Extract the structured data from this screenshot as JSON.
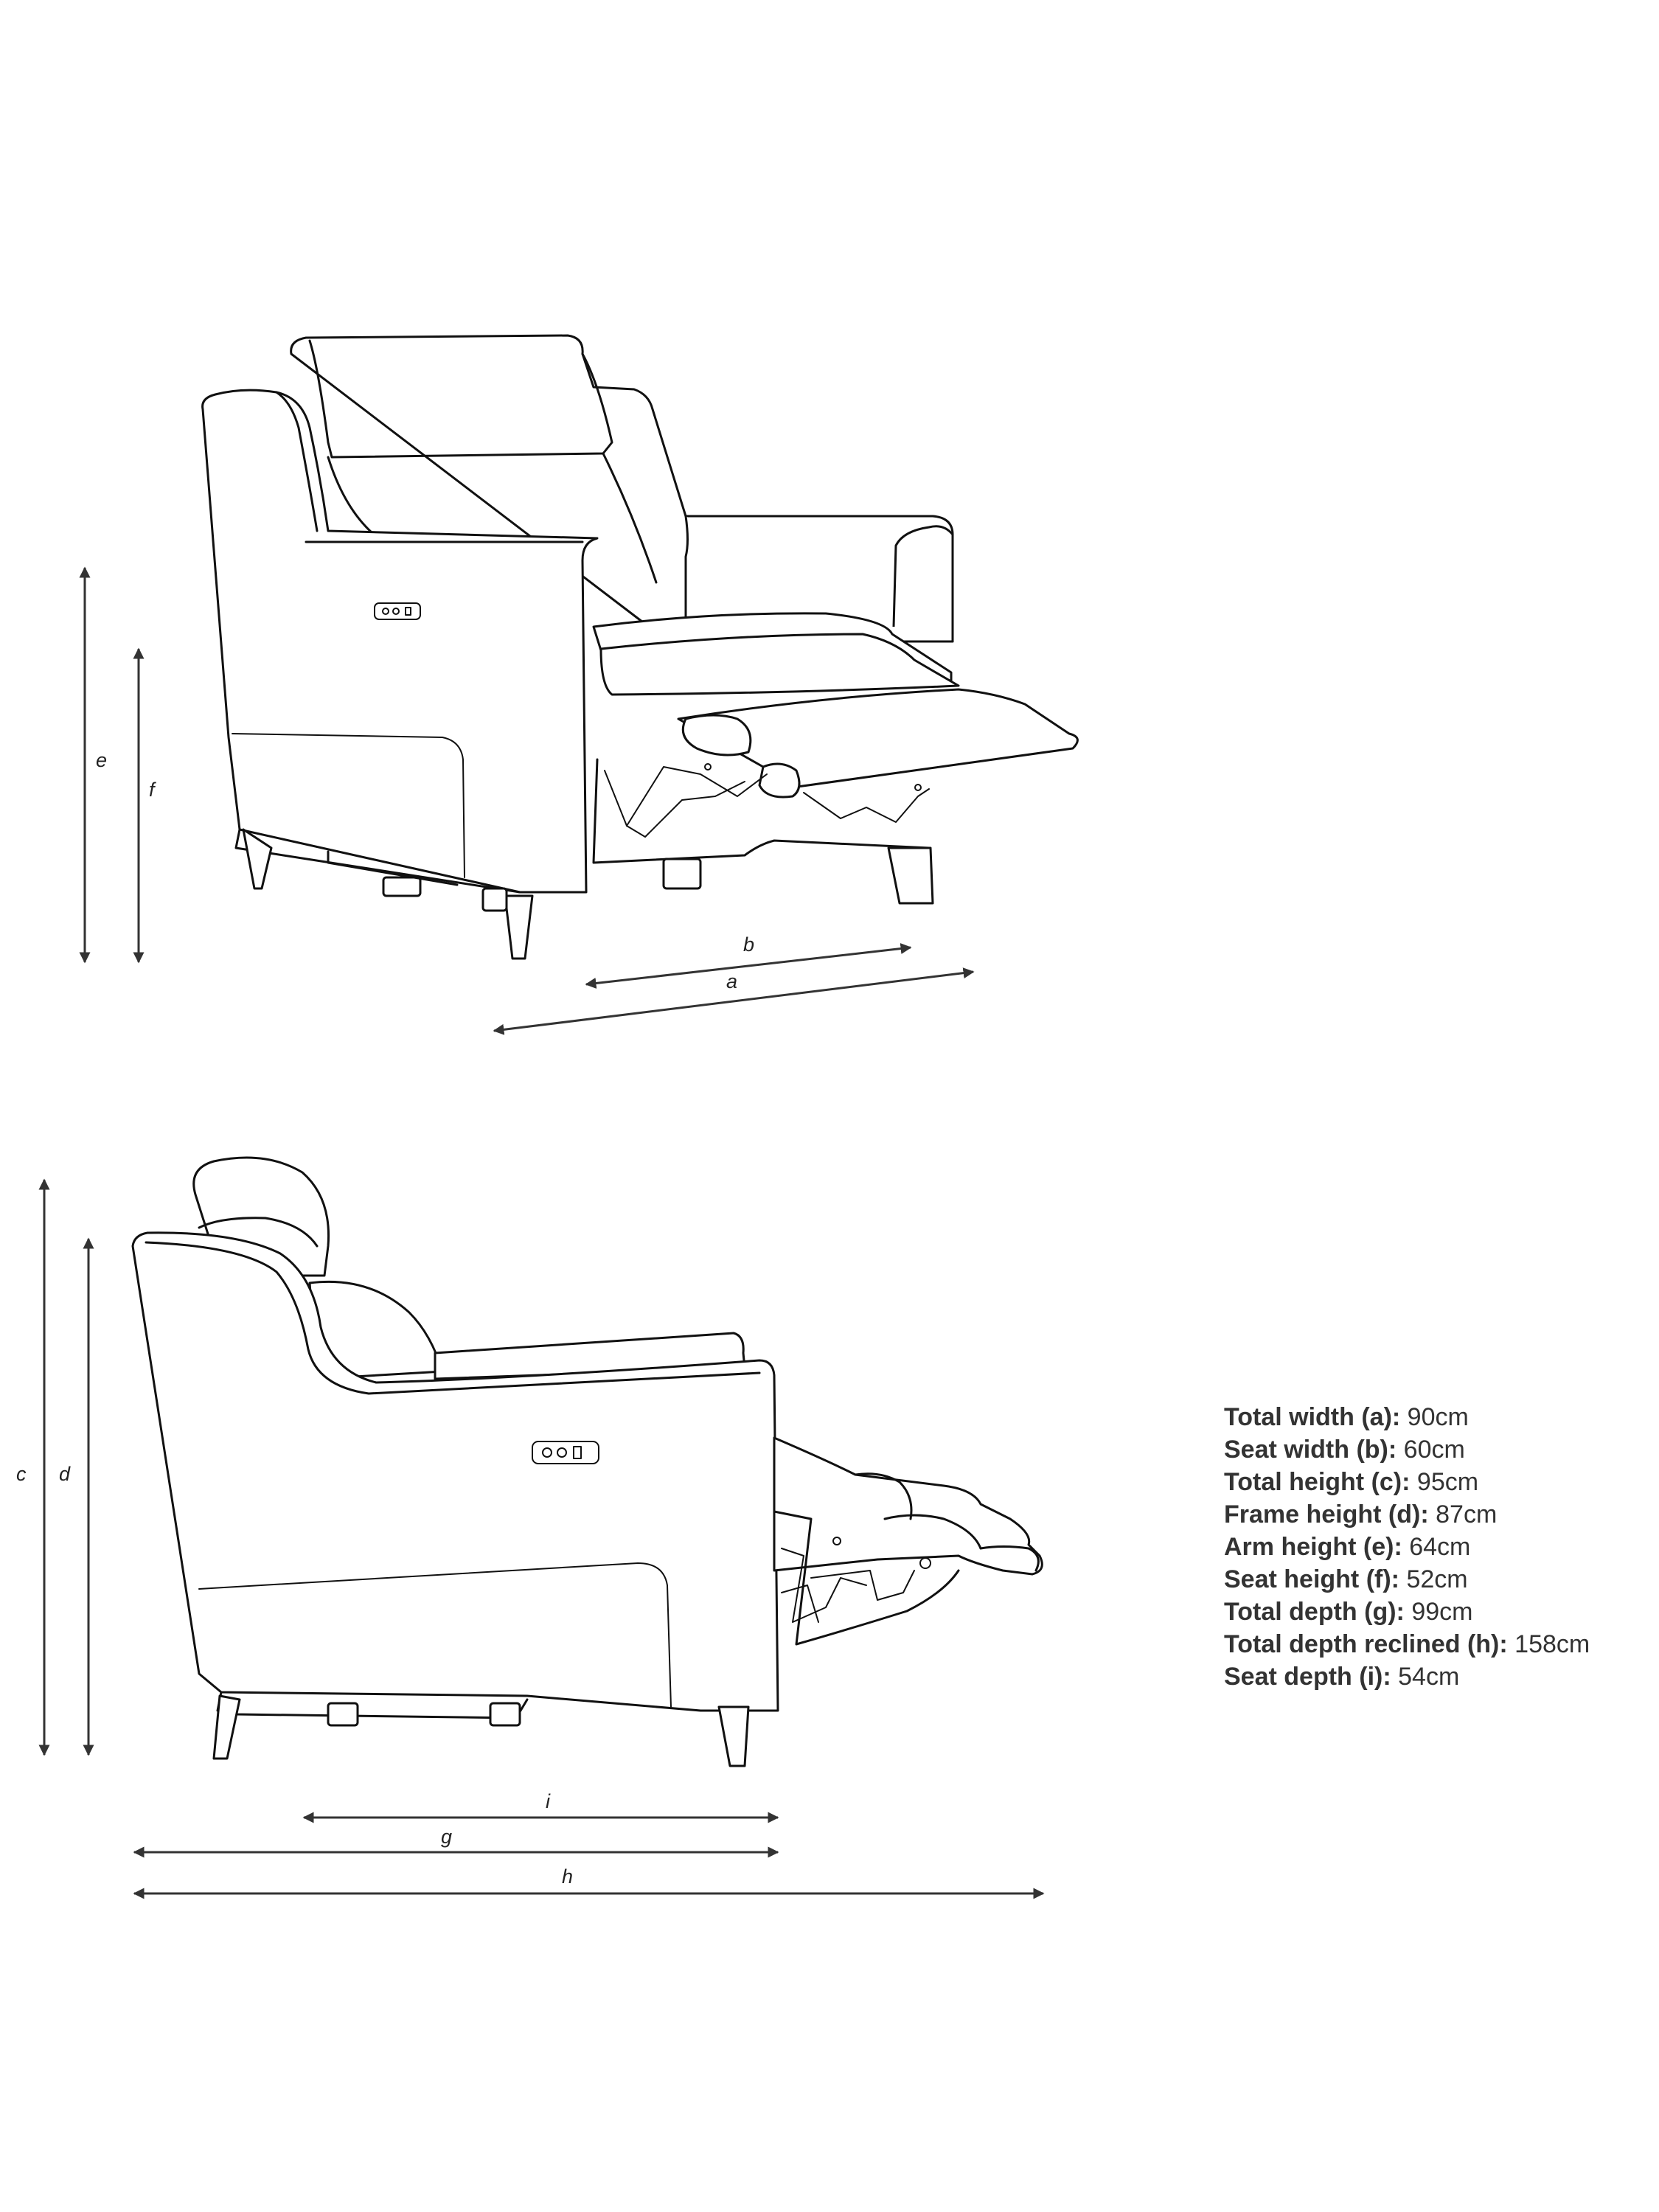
{
  "dimension_labels": {
    "a": "a",
    "b": "b",
    "c": "c",
    "d": "d",
    "e": "e",
    "f": "f",
    "g": "g",
    "h": "h",
    "i": "i"
  },
  "specs": [
    {
      "label": "Total width (a):",
      "value": "90cm"
    },
    {
      "label": "Seat width (b):",
      "value": "60cm"
    },
    {
      "label": "Total height (c):",
      "value": "95cm"
    },
    {
      "label": "Frame height (d):",
      "value": "87cm"
    },
    {
      "label": "Arm height (e):",
      "value": "64cm"
    },
    {
      "label": "Seat height (f):",
      "value": "52cm"
    },
    {
      "label": "Total depth (g):",
      "value": "99cm"
    },
    {
      "label": "Total depth reclined (h):",
      "value": "158cm"
    },
    {
      "label": "Seat depth (i):",
      "value": "54cm"
    }
  ]
}
